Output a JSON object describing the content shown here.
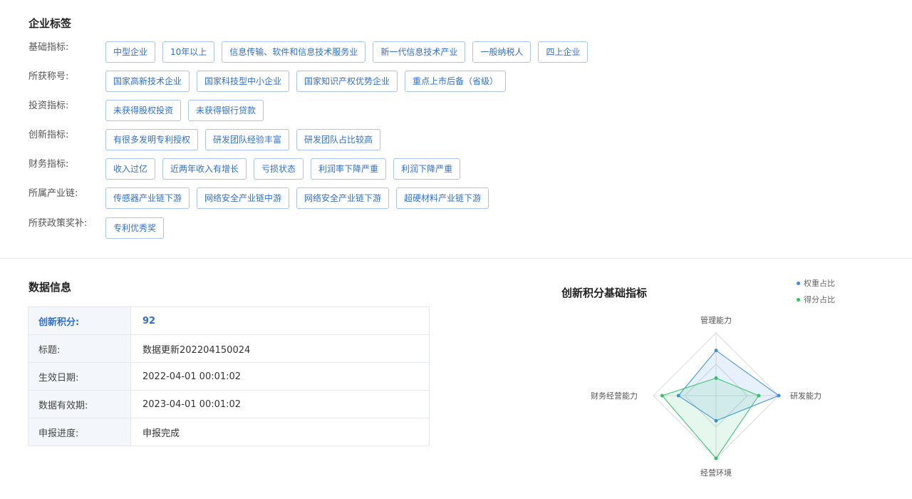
{
  "tags_section": {
    "title": "企业标签",
    "rows": [
      {
        "label": "基础指标:",
        "tags": [
          "中型企业",
          "10年以上",
          "信息传输、软件和信息技术服务业",
          "新一代信息技术产业",
          "一般纳税人",
          "四上企业"
        ]
      },
      {
        "label": "所获称号:",
        "tags": [
          "国家高新技术企业",
          "国家科技型中小企业",
          "国家知识产权优势企业",
          "重点上市后备（省级）"
        ]
      },
      {
        "label": "投资指标:",
        "tags": [
          "未获得股权投资",
          "未获得银行贷款"
        ]
      },
      {
        "label": "创新指标:",
        "tags": [
          "有很多发明专利授权",
          "研发团队经验丰富",
          "研发团队占比较高"
        ]
      },
      {
        "label": "财务指标:",
        "tags": [
          "收入过亿",
          "近两年收入有增长",
          "亏损状态",
          "利润率下降严重",
          "利润下降严重"
        ]
      },
      {
        "label": "所属产业链:",
        "tags": [
          "传感器产业链下游",
          "网络安全产业链中游",
          "网络安全产业链下游",
          "超硬材料产业链下游"
        ]
      },
      {
        "label": "所获政策奖补:",
        "tags": [
          "专利优秀奖"
        ]
      }
    ]
  },
  "data_info": {
    "title": "数据信息",
    "rows": [
      {
        "key": "创新积分:",
        "value": "92"
      },
      {
        "key": "标题:",
        "value": "数据更新202204150024"
      },
      {
        "key": "生效日期:",
        "value": "2022-04-01 00:01:02"
      },
      {
        "key": "数据有效期:",
        "value": "2023-04-01 00:01:02"
      },
      {
        "key": "申报进度:",
        "value": "申报完成"
      }
    ]
  },
  "chart": {
    "title": "创新积分基础指标",
    "legend": [
      {
        "name": "权重占比",
        "color": "#3a8ee6"
      },
      {
        "name": "得分占比",
        "color": "#33c26a"
      }
    ]
  },
  "chart_data": {
    "type": "radar",
    "title": "创新积分基础指标",
    "indicators": [
      "管理能力",
      "研发能力",
      "经营环境",
      "财务经营能力"
    ],
    "max": 100,
    "series": [
      {
        "name": "权重占比",
        "values": [
          72,
          100,
          40,
          60
        ],
        "color": "#3a8ee6"
      },
      {
        "name": "得分占比",
        "values": [
          28,
          68,
          100,
          86
        ],
        "color": "#33c26a"
      }
    ]
  }
}
